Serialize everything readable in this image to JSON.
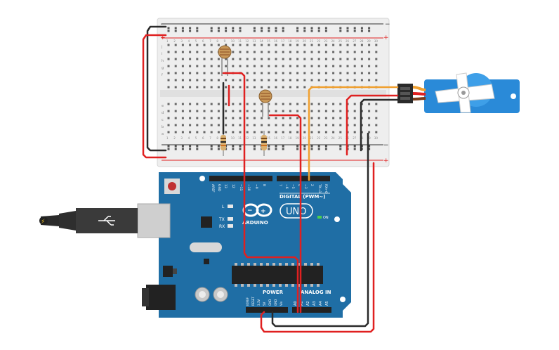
{
  "board": {
    "brand": "ARDUINO",
    "model": "UNO",
    "on_label": "ON",
    "digital_label": "DIGITAL (PWM~)",
    "power_label": "POWER",
    "analog_label": "ANALOG IN",
    "tx_label": "TX",
    "rx_label": "RX",
    "l_label": "L",
    "aref_label": "AREF",
    "gnd_label": "GND",
    "tx1_label": "TX→1",
    "rx0_label": "RX←0",
    "digital_pins": [
      "13",
      "12",
      "~11",
      "~10",
      "~9",
      "8",
      "7",
      "~6",
      "~5",
      "4",
      "~3",
      "2"
    ],
    "power_pins": [
      "IOREF",
      "RESET",
      "3.3V",
      "5V",
      "GND",
      "GND",
      "Vin"
    ],
    "analog_pins": [
      "A0",
      "A1",
      "A2",
      "A3",
      "A4",
      "A5"
    ]
  },
  "breadboard": {
    "row_letters": [
      "j",
      "i",
      "h",
      "g",
      "f",
      "e",
      "d",
      "c",
      "b",
      "a"
    ],
    "plus": "+",
    "minus": "−",
    "col_numbers": [
      "1",
      "2",
      "3",
      "4",
      "5",
      "6",
      "7",
      "8",
      "9",
      "10",
      "11",
      "12",
      "13",
      "14",
      "15",
      "16",
      "17",
      "18",
      "19",
      "20",
      "21",
      "22",
      "23",
      "24",
      "25",
      "26",
      "27",
      "28",
      "29",
      "30"
    ]
  },
  "colors": {
    "board": "#1f6ea5",
    "board_dark": "#174f7a",
    "breadboard": "#eeeeee",
    "wire_red": "#e02020",
    "wire_black": "#2a2a2a",
    "wire_orange": "#f0a030",
    "servo": "#2a8ad8",
    "usb": "#3a3a3a"
  },
  "components": {
    "ldr_count": 2,
    "resistor_count": 2,
    "servo": "servo-motor",
    "usb_cable": "usb-cable"
  }
}
